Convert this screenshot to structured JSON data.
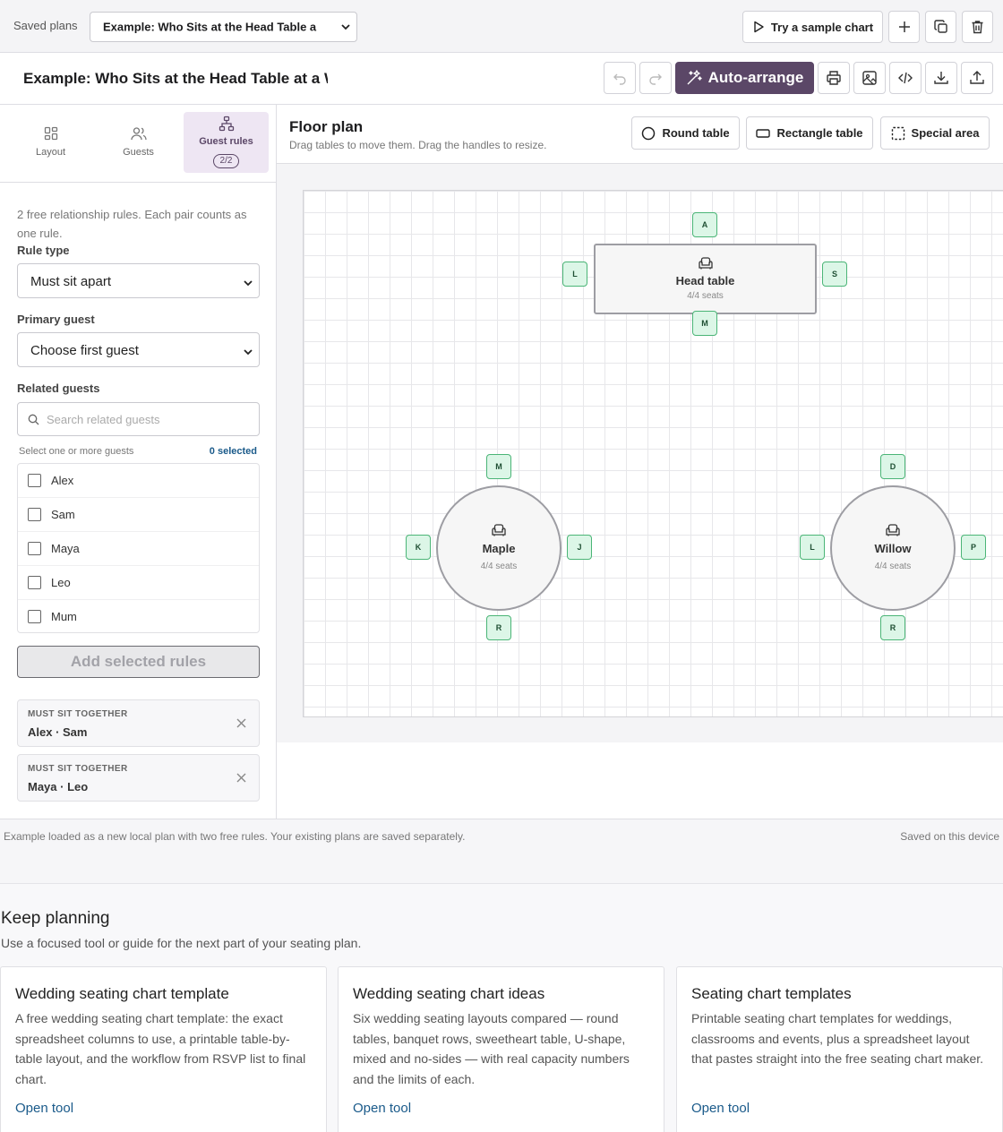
{
  "topbar": {
    "saved_plans_label": "Saved plans",
    "selected_plan": "Example: Who Sits at the Head Table a",
    "sample_button": "Try a sample chart"
  },
  "titlebar": {
    "title": "Example: Who Sits at the Head Table at a We",
    "auto_arrange": "Auto-arrange"
  },
  "sidebar": {
    "tabs": [
      {
        "label": "Layout",
        "icon": "grid-icon"
      },
      {
        "label": "Guests",
        "icon": "users-icon"
      },
      {
        "label": "Guest rules",
        "icon": "hierarchy-icon",
        "badge": "2/2"
      }
    ],
    "info": "2 free relationship rules. Each pair counts as one rule.",
    "rule_type_label": "Rule type",
    "rule_type_value": "Must sit apart",
    "primary_label": "Primary guest",
    "primary_value": "Choose first guest",
    "related_label": "Related guests",
    "search_placeholder": "Search related guests",
    "select_hint": "Select one or more guests",
    "selected_count": "0 selected",
    "guests": [
      "Alex",
      "Sam",
      "Maya",
      "Leo",
      "Mum"
    ],
    "add_button": "Add selected rules",
    "rules": [
      {
        "kind": "MUST SIT TOGETHER",
        "pair": "Alex · Sam"
      },
      {
        "kind": "MUST SIT TOGETHER",
        "pair": "Maya · Leo"
      }
    ]
  },
  "floor": {
    "title": "Floor plan",
    "subtitle": "Drag tables to move them. Drag the handles to resize.",
    "round_table": "Round table",
    "rect_table": "Rectangle table",
    "special_area": "Special area",
    "tables": [
      {
        "name": "Head table",
        "seats": "4/4 seats",
        "seat_labels": [
          "A",
          "L",
          "S",
          "M"
        ]
      },
      {
        "name": "Maple",
        "seats": "4/4 seats",
        "seat_labels": [
          "M",
          "K",
          "J",
          "R"
        ]
      },
      {
        "name": "Willow",
        "seats": "4/4 seats",
        "seat_labels": [
          "D",
          "L",
          "P",
          "R"
        ]
      }
    ]
  },
  "status": {
    "left": "Example loaded as a new local plan with two free rules. Your existing plans are saved separately.",
    "right": "Saved on this device"
  },
  "keep": {
    "heading": "Keep planning",
    "subheading": "Use a focused tool or guide for the next part of your seating plan.",
    "cards": [
      {
        "title": "Wedding seating chart template",
        "desc": "A free wedding seating chart template: the exact spreadsheet columns to use, a printable table-by-table layout, and the workflow from RSVP list to final chart.",
        "link": "Open tool"
      },
      {
        "title": "Wedding seating chart ideas",
        "desc": "Six wedding seating layouts compared — round tables, banquet rows, sweetheart table, U-shape, mixed and no-sides — with real capacity numbers and the limits of each.",
        "link": "Open tool"
      },
      {
        "title": "Seating chart templates",
        "desc": "Printable seating chart templates for weddings, classrooms and events, plus a spreadsheet layout that pastes straight into the free seating chart maker.",
        "link": "Open tool"
      }
    ]
  },
  "colors": {
    "accent": "#5b4767",
    "seat_fill": "#dcf6e7",
    "seat_border": "#4bb577",
    "link": "#1a5a8a"
  }
}
